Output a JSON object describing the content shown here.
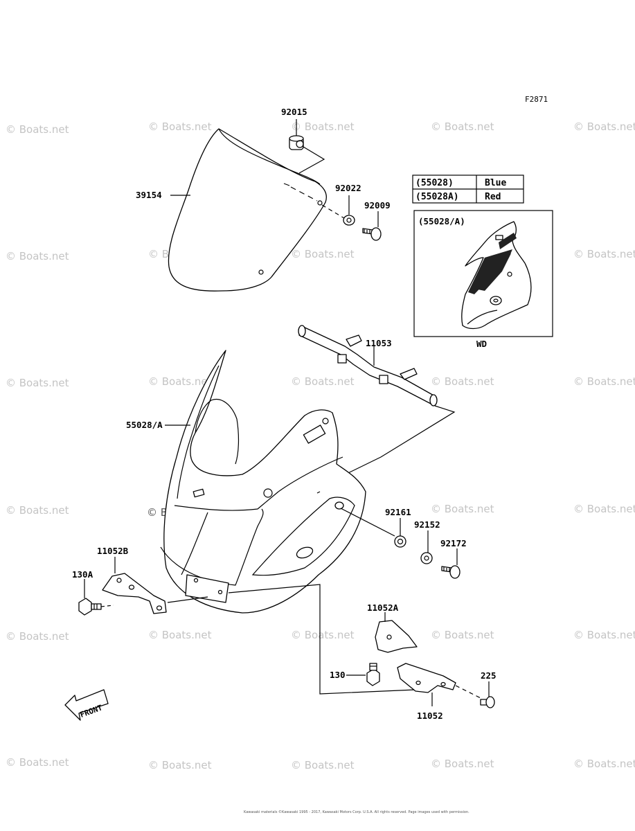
{
  "figure_code": "F2871",
  "parts": {
    "p92015": "92015",
    "p39154": "39154",
    "p92022": "92022",
    "p92009": "92009",
    "p11053": "11053",
    "p55028A": "55028/A",
    "p92161": "92161",
    "p92152": "92152",
    "p92172": "92172",
    "p11052B": "11052B",
    "p130A": "130A",
    "p11052A": "11052A",
    "p130": "130",
    "p225": "225",
    "p11052": "11052"
  },
  "color_table": [
    {
      "code": "(55028)",
      "color": "Blue"
    },
    {
      "code": "(55028A)",
      "color": "Red"
    }
  ],
  "inset": {
    "title": "(55028/A)",
    "caption": "WD"
  },
  "front_arrow": "FRONT",
  "watermark": "© Boats.net",
  "copyright": "Kawasaki materials ©Kawasaki 1995 - 2017, Kawasaki Motors Corp. U.S.A. All rights reserved. Page images used with permission."
}
